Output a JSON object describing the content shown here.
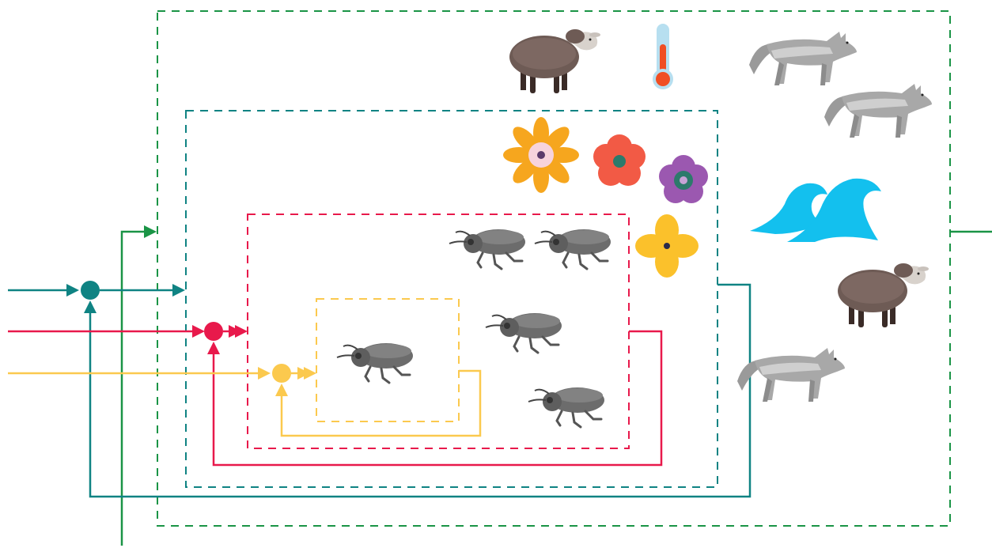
{
  "colors": {
    "outer": "#1a9446",
    "community": "#0f8383",
    "population": "#e8194b",
    "individual": "#fbc94e",
    "background": "#ffffff"
  },
  "levels": [
    {
      "id": "outer",
      "color_key": "outer"
    },
    {
      "id": "community",
      "color_key": "community"
    },
    {
      "id": "population",
      "color_key": "population"
    },
    {
      "id": "individual",
      "color_key": "individual"
    }
  ],
  "icons": [
    "sheep-icon",
    "thermometer-icon",
    "wolf-icon",
    "flower-icon",
    "water-wave-icon",
    "beetle-icon"
  ]
}
